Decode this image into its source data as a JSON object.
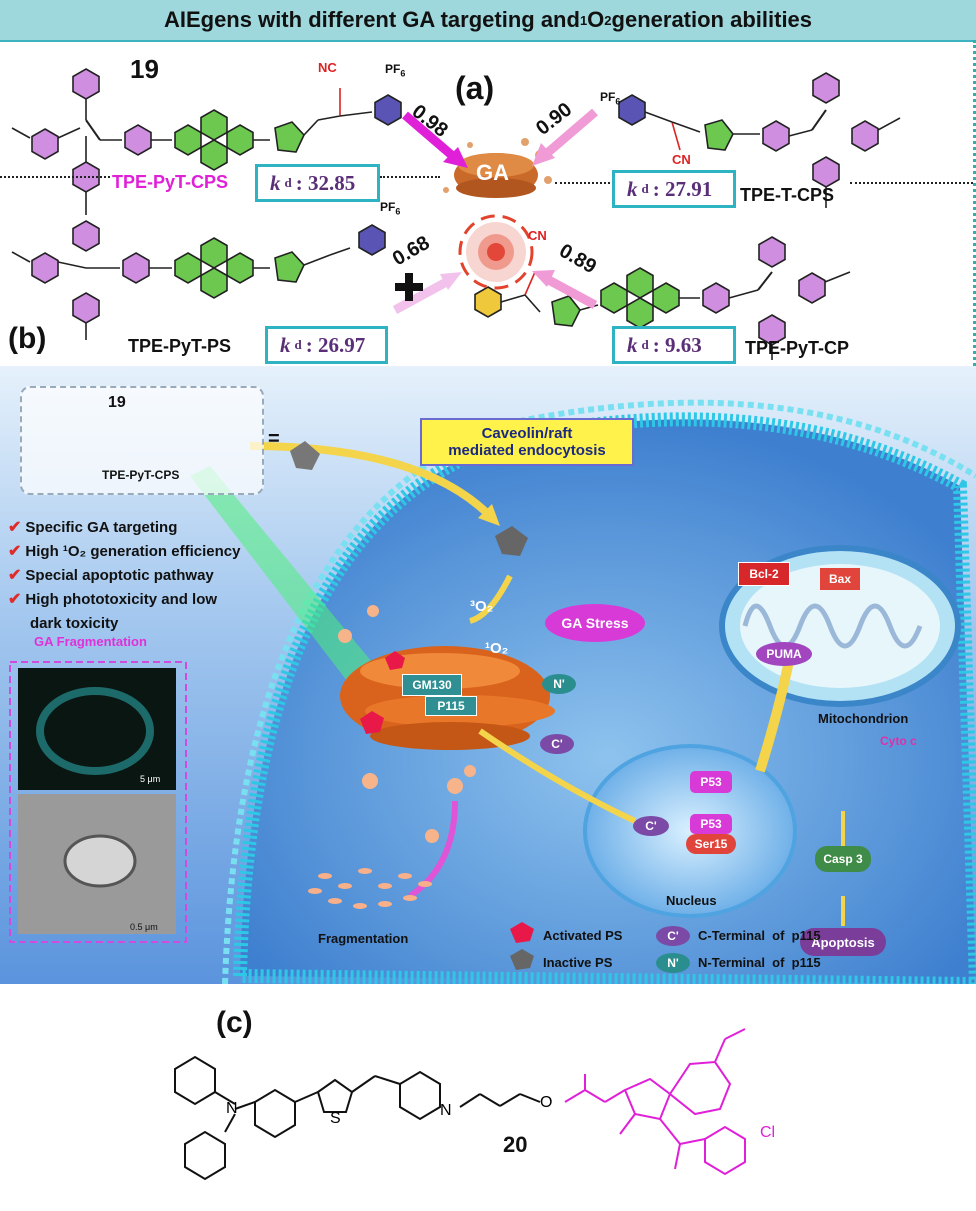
{
  "title": {
    "main": "AIEgens with different GA targeting and ",
    "sup": "1",
    "rest": "O",
    "sub": "2",
    "tail": " generation abilities"
  },
  "panel_a": {
    "label": "(a)",
    "label_b": "(b)",
    "compound_number": "19",
    "compounds": [
      {
        "name": "TPE-PyT-CPS",
        "kd": ": 32.85",
        "arrow": "0.98",
        "color": "#e020d8"
      },
      {
        "name": "TPE-T-CPS",
        "kd": ": 27.91",
        "arrow": "0.90",
        "color": "#111111"
      },
      {
        "name": "TPE-PyT-PS",
        "kd": ": 26.97",
        "arrow": "0.68",
        "color": "#111111"
      },
      {
        "name": "TPE-PyT-CP",
        "kd": ": 9.63",
        "arrow": "0.89",
        "color": "#111111"
      }
    ],
    "kd_symbol": "k",
    "kd_sub": "d",
    "ga_label": "GA",
    "pf6": "PF",
    "pf6_sub": "6",
    "nc": "NC",
    "cn": "CN"
  },
  "panel_b": {
    "inset_number": "19",
    "inset_name": "TPE-PyT-CPS",
    "equals": "=",
    "endocytosis": [
      "Caveolin/raft",
      "mediated endocytosis"
    ],
    "bullets": [
      "Specific GA targeting",
      "High ¹O₂ generation efficiency",
      "Special apoptotic pathway",
      "High phototoxicity and low",
      "dark toxicity"
    ],
    "ga_fragmentation": "GA Fragmentation",
    "scale1": "5 μm",
    "scale2": "0.5 μm",
    "ga_stress": "GA Stress",
    "o2_3": "³O₂",
    "o2_1": "¹O₂",
    "gm130": "GM130",
    "p115": "P115",
    "n_prime": "N'",
    "c_prime": "C'",
    "fragmentation": "Fragmentation",
    "nucleus": "Nucleus",
    "p53": "P53",
    "ser15": "Ser15",
    "bcl2": "Bcl-2",
    "bax": "Bax",
    "puma": "PUMA",
    "mitochondrion": "Mitochondrion",
    "cytoc": "Cyto c",
    "casp3": "Casp 3",
    "apoptosis": "Apoptosis",
    "legend": {
      "activated": "Activated PS",
      "inactive": "Inactive PS",
      "cterm": "C-Terminal  of  p115",
      "nterm": "N-Terminal  of  p115"
    }
  },
  "panel_c": {
    "label": "(c)",
    "compound_number": "20",
    "atoms": {
      "s": "S",
      "n": "N",
      "n_plus": "N",
      "o": "O",
      "cl": "Cl"
    }
  },
  "colors": {
    "magenta": "#e020d8",
    "teal_border": "#2eb3c2",
    "title_bg": "#9ed7dc",
    "green_ring": "#6cc84f",
    "violet_ring": "#cf8ee0",
    "blue_ring": "#5a55b5",
    "kd_text": "#5a2f78"
  }
}
